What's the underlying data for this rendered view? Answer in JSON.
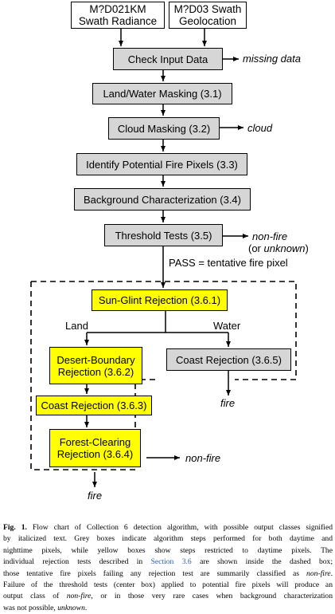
{
  "boxes": {
    "radiance": "M?D021KM\nSwath Radiance",
    "geolocation": "M?D03 Swath\nGeolocation",
    "check_input": "Check Input Data",
    "land_water": "Land/Water Masking (3.1)",
    "cloud": "Cloud Masking (3.2)",
    "potential_fire": "Identify Potential Fire Pixels (3.3)",
    "background": "Background Characterization (3.4)",
    "threshold": "Threshold Tests (3.5)",
    "sun_glint": "Sun-Glint Rejection (3.6.1)",
    "coast_water": "Coast Rejection (3.6.5)",
    "desert": "Desert-Boundary\nRejection (3.6.2)",
    "coast_land": "Coast Rejection (3.6.3)",
    "forest": "Forest-Clearing\nRejection (3.6.4)"
  },
  "outputs": {
    "missing": "missing data",
    "cloud": "cloud",
    "nonfire_1": "non-fire",
    "or_open": "(or ",
    "unknown": "unknown",
    "or_close": ")",
    "pass": "PASS = tentative fire pixel",
    "land": "Land",
    "water": "Water",
    "fire_water": "fire",
    "nonfire_2": "non-fire",
    "fire_land": "fire"
  },
  "caption": {
    "fig": "Fig. 1.",
    "l1": "Flow chart of Collection 6 detection algorithm, with possible output classes signified",
    "l2": "by italicized text. Grey boxes indicate algorithm steps performed for both daytime and",
    "l3": "nighttime pixels, while yellow boxes show steps restricted to daytime pixels. The",
    "l4a": "individual rejection tests described in ",
    "l4link": "Section 3.6",
    "l4b": " are shown inside the dashed box;",
    "l5a": "those tentative fire pixels failing any rejection test are summarily classified as ",
    "l5it": "non-fire",
    "l5b": ".",
    "l6": "Failure of the threshold tests (center box) applied to potential fire pixels will produce an",
    "l7a": "output class of ",
    "l7it": "non-fire",
    "l7b": ", or in those very rare cases when background characterization",
    "l8a": "was not possible, ",
    "l8it": "unknown",
    "l8b": "."
  },
  "colors": {
    "grey_box": "#d6d6d6",
    "yellow_box": "#ffff00",
    "link": "#2a5db0"
  }
}
